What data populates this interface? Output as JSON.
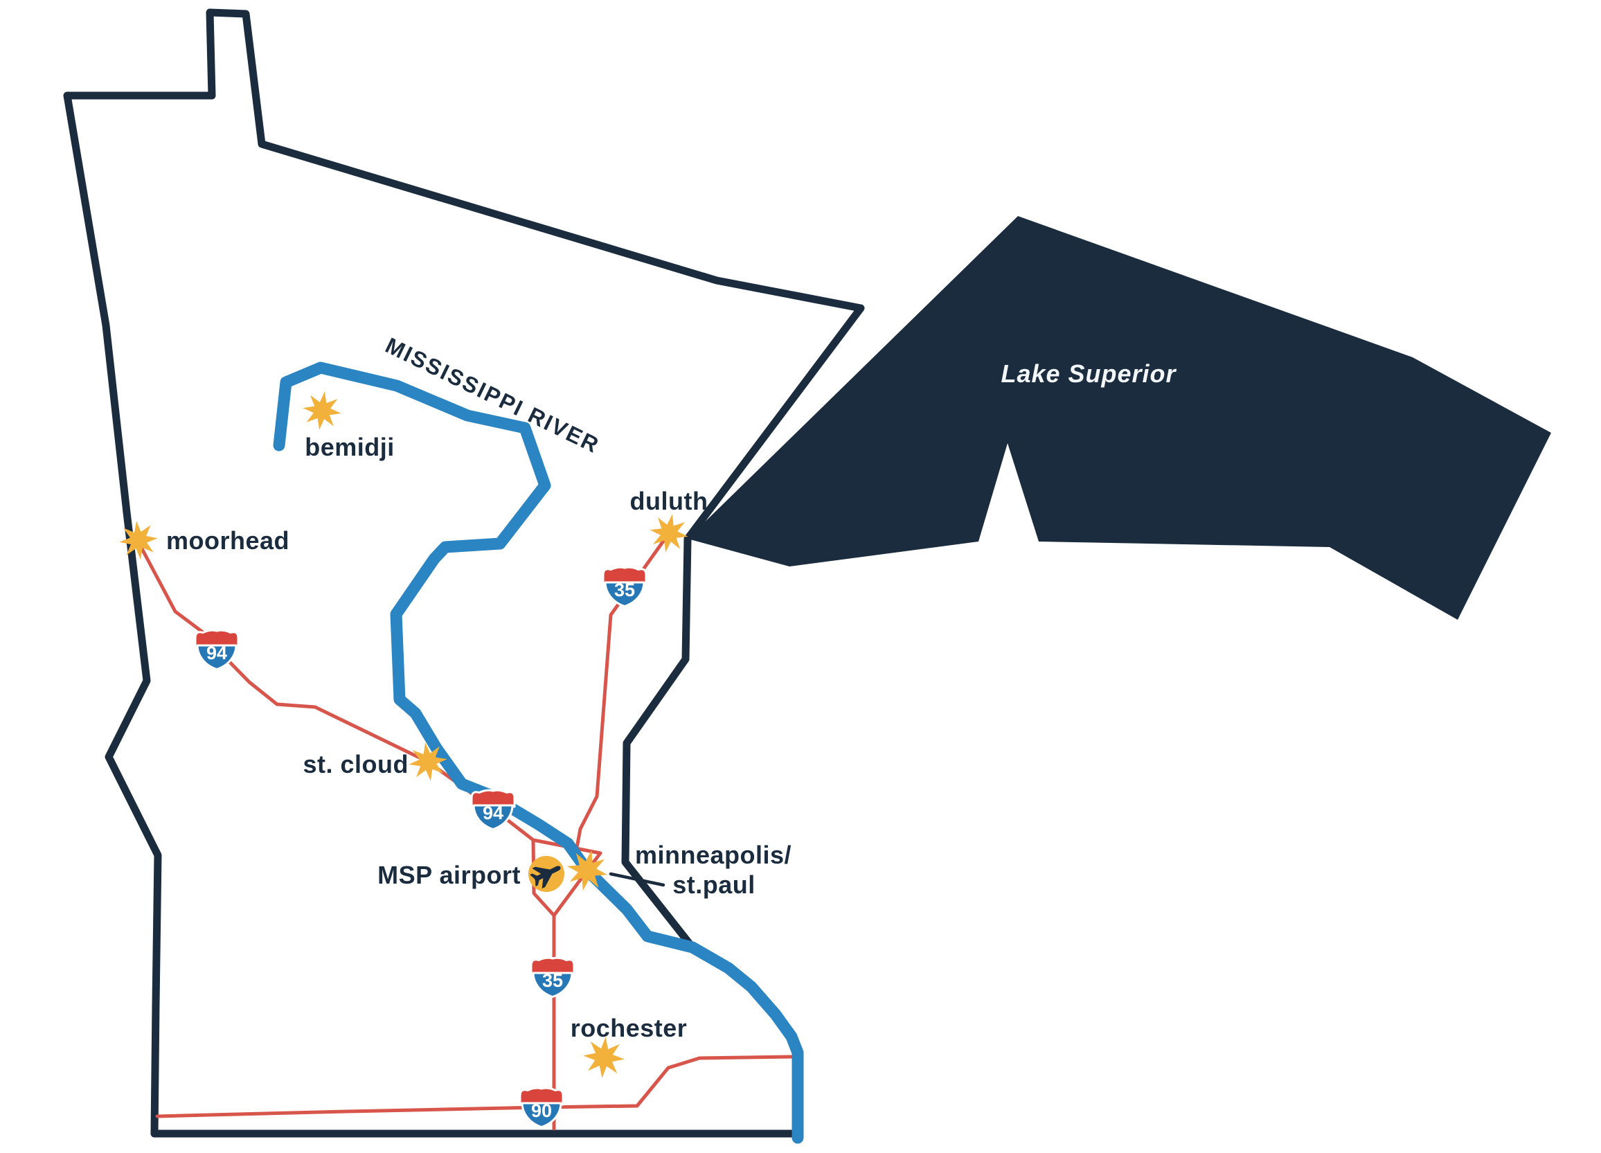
{
  "map": {
    "lake": {
      "label": "Lake Superior"
    },
    "river": {
      "label": "MISSISSIPPI RIVER"
    },
    "cities": {
      "bemidji": {
        "label": "bemidji"
      },
      "moorhead": {
        "label": "moorhead"
      },
      "duluth": {
        "label": "duluth"
      },
      "st_cloud": {
        "label": "st. cloud"
      },
      "msp_airport": {
        "label": "MSP airport"
      },
      "twin_cities": {
        "label_line1": "minneapolis/",
        "label_line2": "st.paul"
      },
      "rochester": {
        "label": "rochester"
      }
    },
    "highway_shields": {
      "i94_west": "94",
      "i94_msp": "94",
      "i35_north": "35",
      "i35_south": "35",
      "i90": "90"
    },
    "colors": {
      "navy": "#1b2c3e",
      "river_blue": "#2a85c2",
      "road_red": "#d8554c",
      "star_yellow": "#f1b13b",
      "shield_blue": "#2577b5",
      "shield_red": "#d9453c",
      "background": "#ffffff"
    }
  }
}
